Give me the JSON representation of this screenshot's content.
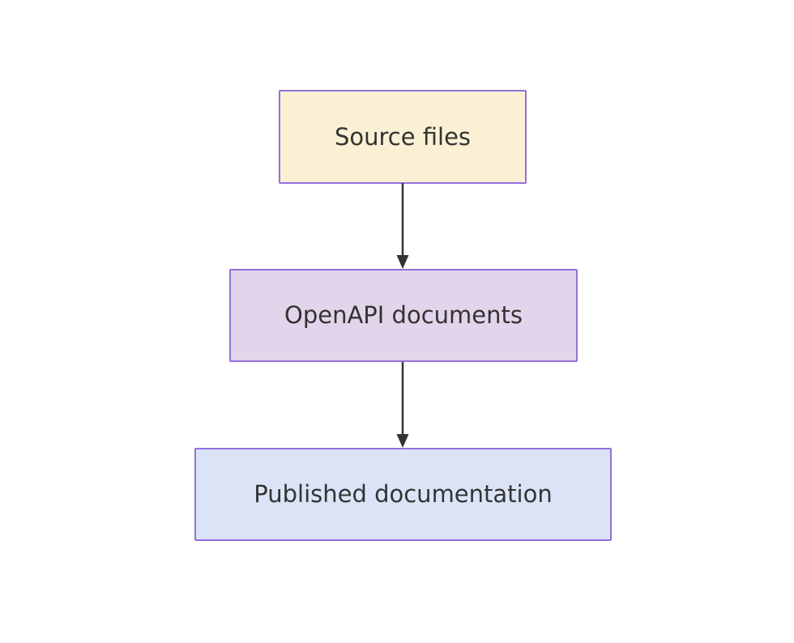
{
  "diagram": {
    "type": "flowchart",
    "direction": "top-down",
    "background": "#ffffff",
    "nodes": [
      {
        "id": "source",
        "label": "Source files",
        "fill": "#faf1d4",
        "border": "#9370db"
      },
      {
        "id": "openapi",
        "label": "OpenAPI documents",
        "fill": "#e2d4ea",
        "border": "#9370db"
      },
      {
        "id": "published",
        "label": "Published documentation",
        "fill": "#dbe4f7",
        "border": "#9370db"
      }
    ],
    "edges": [
      {
        "from": "Source files",
        "to": "OpenAPI documents",
        "style": "arrow-down"
      },
      {
        "from": "OpenAPI documents",
        "to": "Published documentation",
        "style": "arrow-down"
      }
    ],
    "colors": {
      "text": "#333333",
      "arrow": "#333333"
    }
  }
}
